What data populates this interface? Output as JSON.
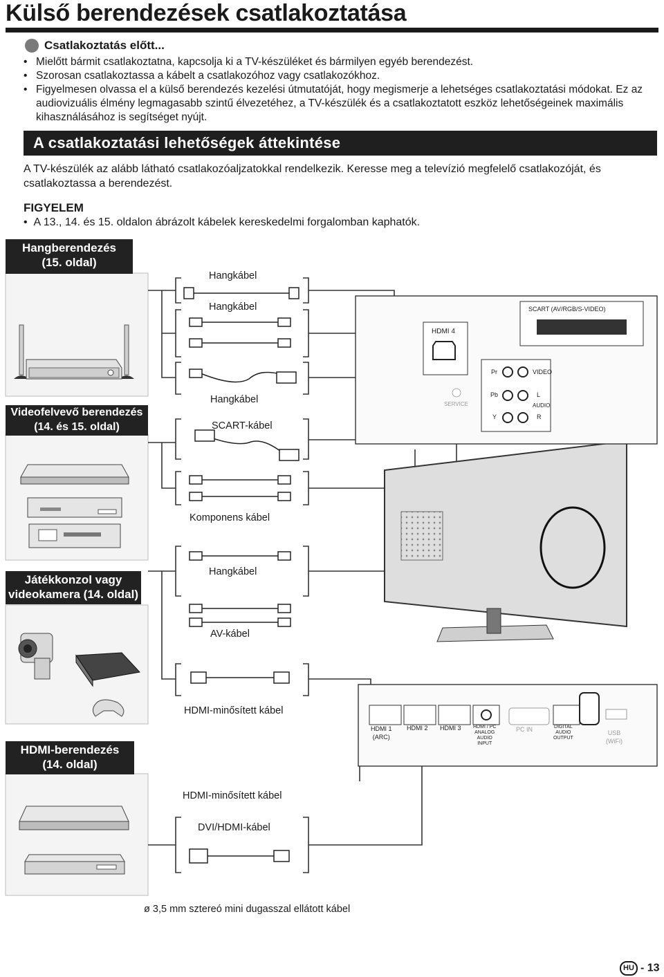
{
  "title": "Külső berendezések csatlakoztatása",
  "before_section": {
    "heading": "Csatlakoztatás előtt...",
    "items": [
      "Mielőtt bármit csatlakoztatna, kapcsolja ki a TV-készüléket és bármilyen egyéb berendezést.",
      "Szorosan csatlakoztassa a kábelt a csatlakozóhoz vagy csatlakozókhoz.",
      "Figyelmesen olvassa el a külső berendezés kezelési útmutatóját, hogy megismerje a lehetséges csatlakoztatási módokat. Ez az audiovizuális élmény legmagasabb szintű élvezetéhez, a TV-készülék és a csatlakoztatott eszköz lehetőségeinek maximális kihasználásához is segítséget nyújt."
    ]
  },
  "overview": {
    "heading": "A csatlakoztatási lehetőségek áttekintése",
    "intro": "A TV-készülék az alább látható csatlakozóaljzatokkal rendelkezik. Keresse meg a televízió megfelelő csatlakozóját, és csatlakoztassa a berendezést.",
    "caution_title": "FIGYELEM",
    "caution_item": "A 13., 14. és 15. oldalon ábrázolt kábelek kereskedelmi forgalomban kaphatók."
  },
  "devices": {
    "audio": [
      "Hangberendezés",
      "(15. oldal)"
    ],
    "recorder": [
      "Videofelvevő berendezés",
      "(14. és 15. oldal)"
    ],
    "console": [
      "Játékkonzol vagy",
      "videokamera (14. oldal)"
    ],
    "hdmi": [
      "HDMI-berendezés",
      "(14. oldal)"
    ]
  },
  "cables": {
    "audio1": "Hangkábel",
    "audio2": "Hangkábel",
    "audio3": "Hangkábel",
    "scart": "SCART-kábel",
    "component": "Komponens kábel",
    "audio4": "Hangkábel",
    "av": "AV-kábel",
    "hdmi1": "HDMI-minősített kábel",
    "hdmi2": "HDMI-minősített kábel",
    "dvi": "DVI/HDMI-kábel"
  },
  "ports": {
    "scart": "SCART (AV/RGB/S-VIDEO)",
    "hdmi4": "HDMI 4",
    "pr": "Pr",
    "video": "VIDEO",
    "pb": "Pb",
    "y": "Y",
    "l": "L",
    "audio": "AUDIO",
    "r": "R",
    "service": "SERVICE",
    "hdmi1": [
      "HDMI 1",
      "(ARC)"
    ],
    "hdmi2": "HDMI 2",
    "hdmi3": "HDMI 3",
    "hdmi_pc": [
      "HDMI / PC",
      "ANALOG",
      "AUDIO",
      "INPUT"
    ],
    "pc_in": "PC IN",
    "digital_audio": [
      "DIGITAL",
      "AUDIO",
      "OUTPUT"
    ],
    "usb": [
      "USB",
      "(WiFi)"
    ]
  },
  "footer_note": "ø 3,5 mm sztereó mini dugasszal ellátott kábel",
  "page": {
    "lang": "HU",
    "number": "13"
  }
}
